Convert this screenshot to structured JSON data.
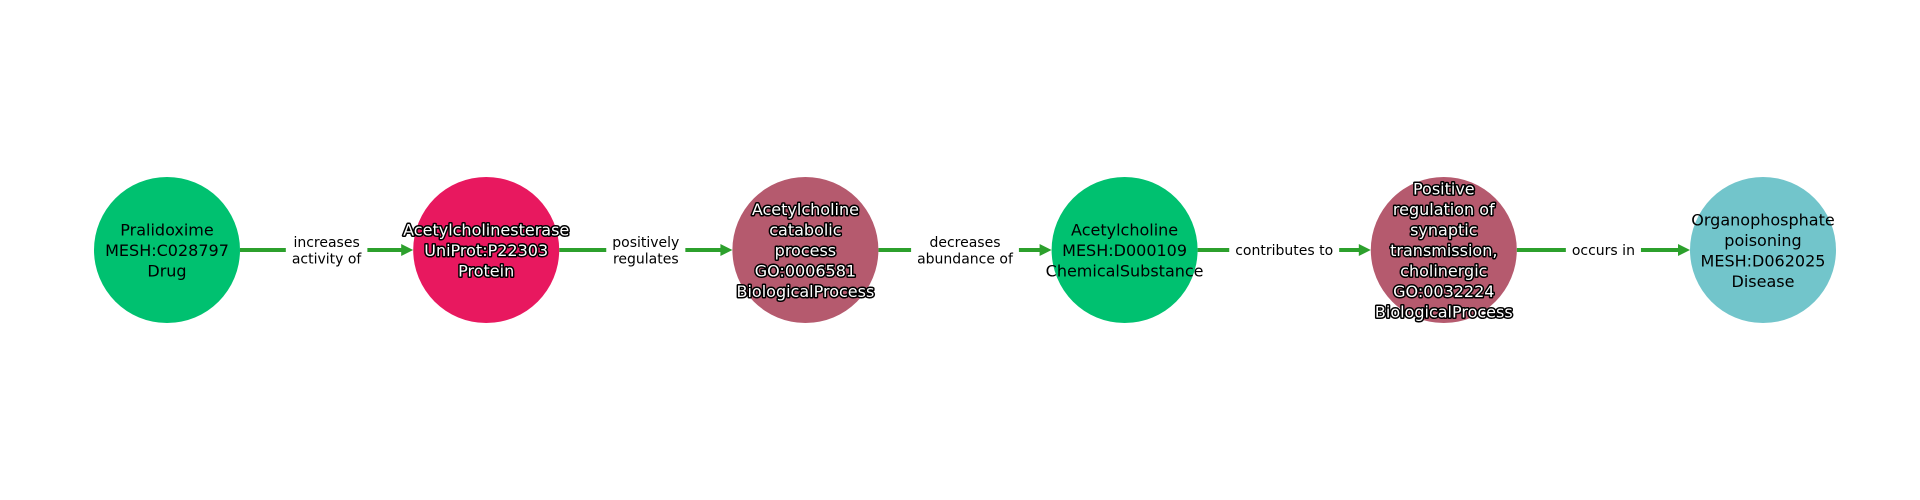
{
  "graph": {
    "nodes": [
      {
        "id": "pralidoxime",
        "lines": [
          "Pralidoxime",
          "MESH:C028797",
          "Drug"
        ],
        "category": "Drug",
        "color": "#00c170",
        "text_style": "dark"
      },
      {
        "id": "acetylcholinesterase",
        "lines": [
          "Acetylcholinesterase",
          "UniProt:P22303",
          "Protein"
        ],
        "category": "Protein",
        "color": "#e8185f",
        "text_style": "outlined"
      },
      {
        "id": "acetylcholine-catabolic-process",
        "lines": [
          "Acetylcholine",
          "catabolic",
          "process",
          "GO:0006581",
          "BiologicalProcess"
        ],
        "category": "BiologicalProcess",
        "color": "#b55a6e",
        "text_style": "outlined"
      },
      {
        "id": "acetylcholine",
        "lines": [
          "Acetylcholine",
          "MESH:D000109",
          "ChemicalSubstance"
        ],
        "category": "ChemicalSubstance",
        "color": "#00c170",
        "text_style": "dark"
      },
      {
        "id": "positive-regulation-synaptic-transmission-cholinergic",
        "lines": [
          "Positive",
          "regulation of",
          "synaptic",
          "transmission,",
          "cholinergic",
          "GO:0032224",
          "BiologicalProcess"
        ],
        "category": "BiologicalProcess",
        "color": "#b55a6e",
        "text_style": "outlined"
      },
      {
        "id": "organophosphate-poisoning",
        "lines": [
          "Organophosphate",
          "poisoning",
          "MESH:D062025",
          "Disease"
        ],
        "category": "Disease",
        "color": "#72c5cb",
        "text_style": "dark"
      }
    ],
    "edges": [
      {
        "source": 0,
        "target": 1,
        "lines": [
          "increases",
          "activity of"
        ]
      },
      {
        "source": 1,
        "target": 2,
        "lines": [
          "positively",
          "regulates"
        ]
      },
      {
        "source": 2,
        "target": 3,
        "lines": [
          "decreases",
          "abundance of"
        ]
      },
      {
        "source": 3,
        "target": 4,
        "lines": [
          "contributes to"
        ]
      },
      {
        "source": 4,
        "target": 5,
        "lines": [
          "occurs in"
        ]
      }
    ],
    "edge_color": "#2ca02c"
  }
}
